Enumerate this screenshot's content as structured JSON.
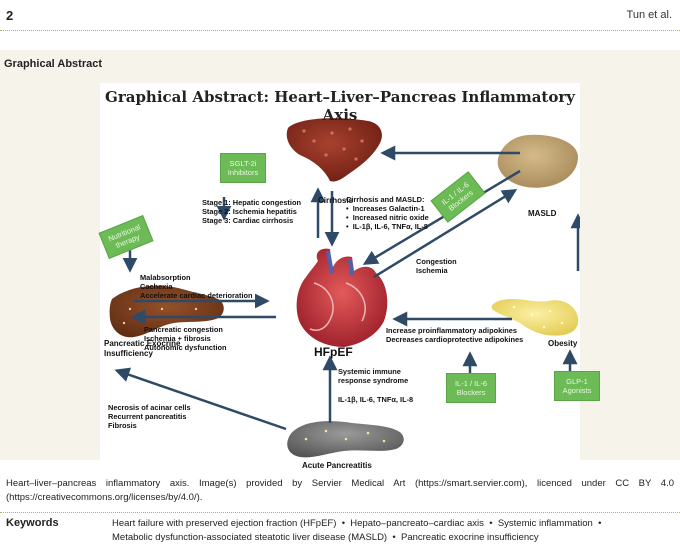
{
  "header": {
    "page_number": "2",
    "running_head": "Tun et al."
  },
  "section_label": "Graphical Abstract",
  "figure": {
    "title": "Graphical Abstract: Heart–Liver–Pancreas Inflammatory Axis",
    "organs": {
      "cirrhosis": "Cirrhosis",
      "masld": "MASLD",
      "hfpef": "HFpEF",
      "pancreatic_exocrine": [
        "Pancreatic Exocrine",
        "Insufficiency"
      ],
      "obesity": "Obesity",
      "acute_pancreatitis": "Acute Pancreatitis"
    },
    "green_boxes": {
      "sglt2": [
        "SGLT-2i",
        "Inhibitors"
      ],
      "nutritional": [
        "Nutritional",
        "therapy"
      ],
      "il1_il6_top": [
        "IL-1 / IL-6",
        "Blockers"
      ],
      "il1_il6_bottom": [
        "IL-1 / IL-6",
        "Blockers"
      ],
      "glp1": [
        "GLP-1",
        "Agonists"
      ]
    },
    "texts": {
      "stages": [
        "Stage 1: Hepatic congestion",
        "Stage 2: Ischemia hepatitis",
        "Stage 3: Cardiac cirrhosis"
      ],
      "cirr_masld_title": "Cirrhosis and MASLD:",
      "cirr_masld_items": [
        "Increases Galactin-1",
        "Increased nitric oxide",
        "IL-1β, IL-6, TNFα, IL-8"
      ],
      "malabsorption": [
        "Malabsorption",
        "Cachexia",
        "Accelerate cardiac deterioration"
      ],
      "pancreatic_congestion": [
        "Pancreatic congestion",
        "Ischemia + fibrosis",
        "Autonomic dysfunction"
      ],
      "congestion": [
        "Congestion",
        "Ischemia"
      ],
      "adipokines": [
        "Increase proinflammatory adipokines",
        "Decreases cardioprotective adipokines"
      ],
      "systemic": [
        "Systemic immune",
        "response syndrome"
      ],
      "cytokines": "IL-1β, IL-6, TNFα, IL-8",
      "necrosis": [
        "Necrosis of acinar cells",
        "Recurrent pancreatitis",
        "Fibrosis"
      ]
    }
  },
  "caption": "Heart–liver–pancreas inflammatory axis. Image(s) provided by Servier Medical Art (https://smart.servier.com), licenced under CC BY 4.0 (https://creativecommons.org/licenses/by/4.0/).",
  "keywords": {
    "label": "Keywords",
    "items": [
      "Heart failure with preserved ejection fraction (HFpEF)",
      "Hepato–pancreato–cardiac axis",
      "Systemic inflammation",
      "Metabolic dysfunction-associated steatotic liver disease (MASLD)",
      "Pancreatic exocrine insufficiency"
    ],
    "separator": "•"
  },
  "colors": {
    "arrow": "#2f4a66",
    "green_box": "#6dbb56",
    "cirrhosis_liver": "#8a2a1c",
    "masld_liver": "#c2a574",
    "pancreas_brown": "#7a3d1e",
    "pancreas_yellow": "#f3e27a",
    "pancreas_grey": "#777777",
    "heart_red": "#c0323a",
    "background_band": "#f6f3ea"
  }
}
